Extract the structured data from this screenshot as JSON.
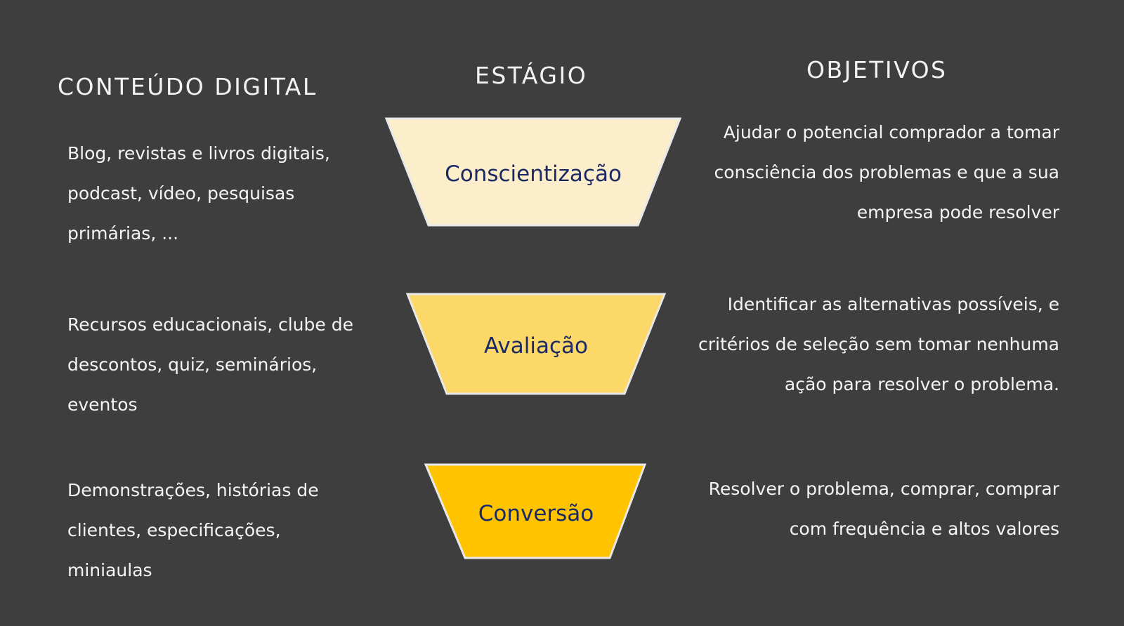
{
  "background_color": "#3e3e3e",
  "columns": {
    "content": {
      "header": "CONTEÚDO DIGITAL",
      "items": [
        "Blog, revistas e livros digitais, podcast, vídeo, pesquisas primárias, ...",
        "Recursos educacionais, clube de descontos, quiz, seminários, eventos",
        "Demonstrações, histórias de clientes, especificações, miniaulas"
      ]
    },
    "stage": {
      "header": "ESTÁGIO"
    },
    "goals": {
      "header": "OBJETIVOS",
      "items": [
        "Ajudar o potencial comprador a tomar consciência dos problemas e que a sua empresa pode resolver",
        "Identificar as alternativas possíveis, e critérios de seleção sem tomar nenhuma ação para resolver o problema.",
        "Resolver o problema, comprar, comprar com frequência e altos valores"
      ]
    }
  },
  "funnel": {
    "label_color": "#1b2a63",
    "outline_color": "#e8e8e8",
    "stages": [
      {
        "label": "Conscientização",
        "fill": "#fdeecb",
        "top_width": 417,
        "bottom_width": 310,
        "height": 152
      },
      {
        "label": "Avaliação",
        "fill": "#fcd868",
        "top_width": 365,
        "bottom_width": 253,
        "height": 140
      },
      {
        "label": "Conversão",
        "fill": "#ffc300",
        "top_width": 312,
        "bottom_width": 206,
        "height": 133
      }
    ]
  }
}
